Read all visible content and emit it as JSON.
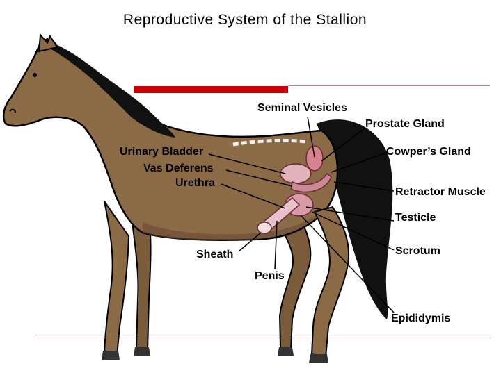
{
  "title": "Reproductive System of the Stallion",
  "labels": {
    "seminal_vesicles": "Seminal Vesicles",
    "prostate_gland": "Prostate Gland",
    "cowpers_gland": "Cowper’s Gland",
    "urinary_bladder": "Urinary Bladder",
    "vas_deferens": "Vas Deferens",
    "urethra": "Urethra",
    "retractor_muscle": "Retractor Muscle",
    "testicle": "Testicle",
    "sheath": "Sheath",
    "scrotum": "Scrotum",
    "penis": "Penis",
    "epididymis": "Epididymis"
  },
  "colors": {
    "coat": "#8b6a46",
    "belly": "#6b4a33",
    "mane": "#111111",
    "organ": "#c98a95",
    "accent_bar": "#cc0000",
    "rule": "#c88080"
  }
}
